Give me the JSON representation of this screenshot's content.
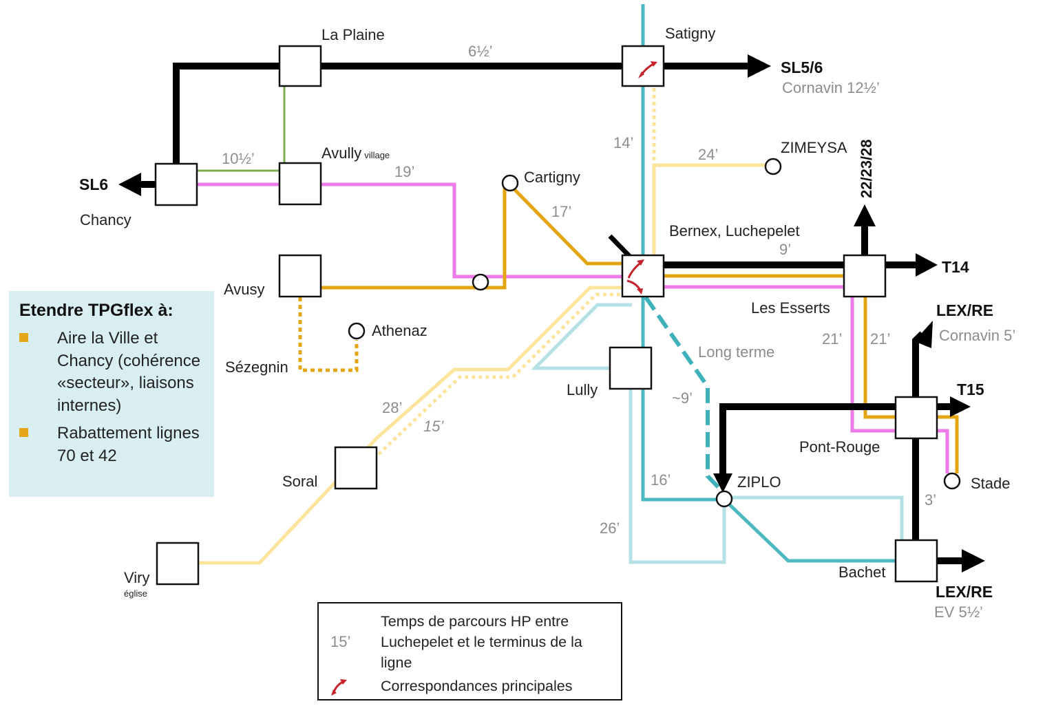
{
  "colors": {
    "black_line": "#000000",
    "teal_line": "#4bb8c2",
    "light_teal_line": "#b3e1e5",
    "orange_line": "#e3a513",
    "light_yellow_line": "#fde49d",
    "pink_line": "#ec7ae8",
    "green_line": "#7ead4b",
    "dashed_teal": "#3fb1bb",
    "panel_bg": "#d9eef1",
    "bullet": "#e5a619",
    "transfer_arrow": "#c4232b"
  },
  "stations": {
    "la_plaine": "La Plaine",
    "satigny": "Satigny",
    "sl56": "SL5/6",
    "cornavin_sl": "Cornavin 12½’",
    "sl6": "SL6",
    "chancy": "Chancy",
    "avully": "Avully",
    "avully_sub": "village",
    "cartigny": "Cartigny",
    "zimeysa": "ZIMEYSA",
    "bus_2223": "22/23/28",
    "bernex": "Bernex, Luchepelet",
    "t14": "T14",
    "avusy": "Avusy",
    "les_esserts": "Les Esserts",
    "athenaz": "Athenaz",
    "sezegnin": "Sézegnin",
    "long_terme": "Long terme",
    "lex_re_top": "LEX/RE",
    "cornavin_lex": "Cornavin 5’",
    "lully": "Lully",
    "t15": "T15",
    "soral": "Soral",
    "pont_rouge": "Pont-Rouge",
    "ziplo": "ZIPLO",
    "stade": "Stade",
    "viry": "Viry",
    "viry_sub": "église",
    "bachet": "Bachet",
    "lex_re_bottom": "LEX/RE",
    "ev": "EV 5½’"
  },
  "times": {
    "t_laplaine_satigny": "6½’",
    "t_chancy_avully": "10½’",
    "t_avully": "19’",
    "t_satigny": "14’",
    "t_zimeysa": "24’",
    "t_cartigny": "17’",
    "t_esserts": "9’",
    "t_lex_pink": "21’",
    "t_lex_orange": "21’",
    "t_longterme": "~9’",
    "t_soral_solid": "28’",
    "t_soral_dotted": "15’",
    "t_ziplo": "16’",
    "t_lully_light": "26’",
    "t_bachet": "3’"
  },
  "info_panel": {
    "title": "Etendre TPGflex à:",
    "items": [
      "Aire la Ville et Chancy (cohérence «secteur», liaisons internes)",
      "Rabattement lignes 70 et 42"
    ]
  },
  "legend": {
    "time_example": "15’",
    "time_desc": "Temps de parcours HP entre Luchepelet et le terminus de la ligne",
    "transfer_desc": "Correspondances principales",
    "transfer_icon": "transfer-arrow-icon"
  }
}
